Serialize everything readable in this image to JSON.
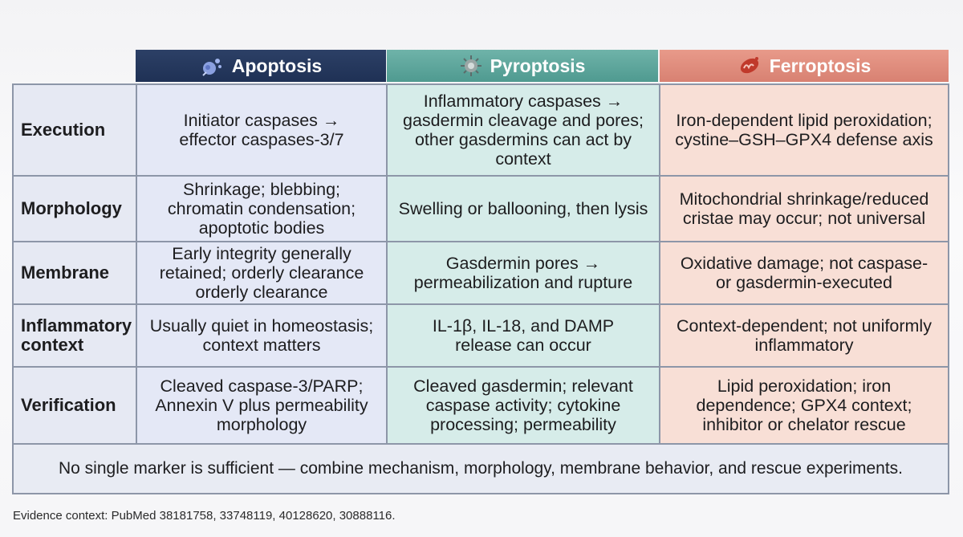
{
  "headers": {
    "apoptosis": "Apoptosis",
    "pyroptosis": "Pyroptosis",
    "ferroptosis": "Ferroptosis"
  },
  "rows": [
    {
      "label": "Execution",
      "apoptosis": "Initiator caspases → effector caspases-3/7",
      "pyroptosis": "Inflammatory caspases → gasdermin cleavage and pores; other gasdermins can act by context",
      "ferroptosis": "Iron-dependent lipid peroxidation; cystine–GSH–GPX4 defense axis"
    },
    {
      "label": "Morphology",
      "apoptosis": "Shrinkage; blebbing; chromatin condensation; apoptotic bodies",
      "pyroptosis": "Swelling or ballooning, then lysis",
      "ferroptosis": "Mitochondrial shrinkage/reduced cristae may occur; not universal"
    },
    {
      "label": "Membrane",
      "apoptosis": "Early integrity generally retained; orderly clearance orderly clearance",
      "pyroptosis": "Gasdermin pores → permeabilization and rupture",
      "ferroptosis": "Oxidative damage; not caspase- or gasdermin-executed"
    },
    {
      "label": "Inflammatory context",
      "apoptosis": "Usually quiet in homeostasis; context matters",
      "pyroptosis": "IL-1β, IL-18, and DAMP release can occur",
      "ferroptosis": "Context-dependent; not uniformly inflammatory"
    },
    {
      "label": "Verification",
      "apoptosis": "Cleaved caspase-3/PARP; Annexin V plus permeability morphology",
      "pyroptosis": "Cleaved gasdermin; relevant caspase activity; cytokine processing; permeability",
      "ferroptosis": "Lipid peroxidation; iron dependence; GPX4 context; inhibitor or chelator rescue"
    }
  ],
  "footer": "No single marker is sufficient — combine mechanism, morphology, membrane behavior, and rescue experiments.",
  "evidence": "Evidence context: PubMed 38181758, 33748119, 40128620, 30888116.",
  "icons": {
    "apoptosis": "cell-fragment-icon",
    "pyroptosis": "burst-cell-icon",
    "ferroptosis": "mitochondrion-icon"
  },
  "colors": {
    "apoptosis_header": "#243a5e",
    "pyroptosis_header": "#5fa69c",
    "ferroptosis_header": "#e08c7c",
    "apoptosis_cell": "#e4e8f6",
    "pyroptosis_cell": "#d6ece9",
    "ferroptosis_cell": "#f8dfd6"
  }
}
